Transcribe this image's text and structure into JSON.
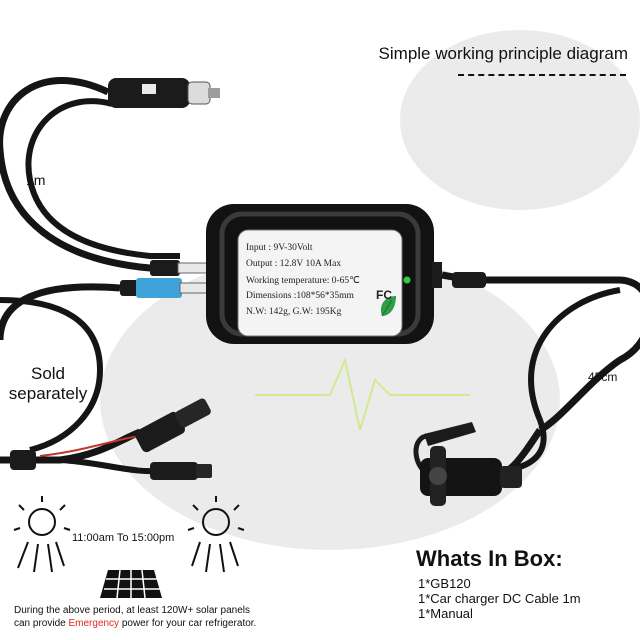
{
  "header": {
    "title": "Simple working principle diagram"
  },
  "labels": {
    "cable_1m": "1m",
    "sold_line1": "Sold",
    "sold_line2": "separately",
    "cable_45cm": "45cm",
    "time_window": "11:00am To 15:00pm"
  },
  "converter": {
    "specs": [
      "Input  : 9V-30Volt",
      "Output : 12.8V 10A Max",
      "Working temperature: 0-65℃",
      "Dimensions :108*56*35mm",
      "N.W: 142g,  G.W: 195Kg"
    ],
    "cert_mark": "FC",
    "led_color": "#2ecc40"
  },
  "note": {
    "line1": "During the above period, at least 120W+ solar panels",
    "line2_before": "can provide ",
    "line2_emph": "Emergency",
    "line2_after": " power for your car refrigerator.",
    "emph_color": "#e0281e"
  },
  "box": {
    "title": "Whats In Box:",
    "items": [
      "1*GB120",
      "1*Car charger DC Cable 1m",
      "1*Manual"
    ]
  },
  "icons": [
    "sun-icon",
    "solar-panel-icon",
    "leaf-icon",
    "led-indicator-icon"
  ]
}
